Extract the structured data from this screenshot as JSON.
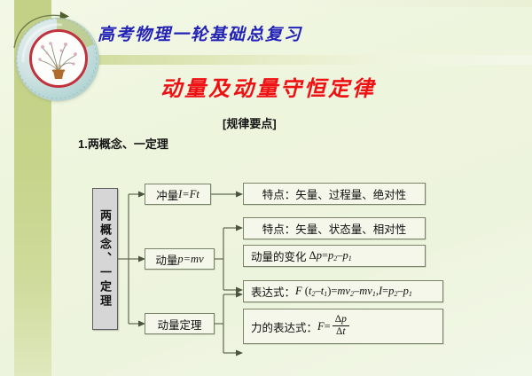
{
  "slide": {
    "course_subtitle": "高考物理一轮基础总复习",
    "main_title": "动量及动量守恒定律",
    "section_label": "[规律要点]",
    "section_heading": "1.两概念、一定理",
    "colors": {
      "background": "#eef5e0",
      "left_band": "#c6d48b",
      "subtitle_text": "#2222b4",
      "main_title_text": "#ee1111",
      "node_fill": "#f4f7e9",
      "node_border": "#7a8468",
      "root_fill": "#d6d6d6",
      "emblem_ring": "#b6d6d6",
      "emblem_inner_ring": "#c0323c"
    }
  },
  "emblem": {
    "name": "plum-blossom-emblem",
    "description": "圆形徽标"
  },
  "diagram": {
    "root": {
      "label": "两概念、一定理"
    },
    "branches": [
      {
        "label": "冲量I=Ft",
        "label_plain": "冲量",
        "formula": "I=Ft",
        "children": [
          {
            "text": "特点：矢量、过程量、绝对性"
          }
        ]
      },
      {
        "label": "动量p=mv",
        "label_plain": "动量",
        "formula": "p=mv",
        "children": [
          {
            "text": "特点：矢量、状态量、相对性"
          },
          {
            "text": "动量的变化 Δp=p₂−p₁"
          }
        ]
      },
      {
        "label": "动量定理",
        "label_plain": "动量定理",
        "formula": "",
        "children": [
          {
            "text": "表达式：F（t₂−t₁）=mv₂−mv₁,I=p₂−p₁"
          },
          {
            "text": "力的表达式：F=Δp/Δt"
          }
        ]
      }
    ],
    "labels": {
      "impulse_prefix": "冲量",
      "momentum_prefix": "动量",
      "theorem": "动量定理",
      "feature_prefix": "特点",
      "colon": "：",
      "impulse_feature": "矢量、过程量、绝对性",
      "momentum_feature": "矢量、状态量、相对性",
      "momentum_change_prefix": "动量的变化",
      "expression_prefix": "表达式",
      "force_expression_prefix": "力的表达式"
    }
  }
}
